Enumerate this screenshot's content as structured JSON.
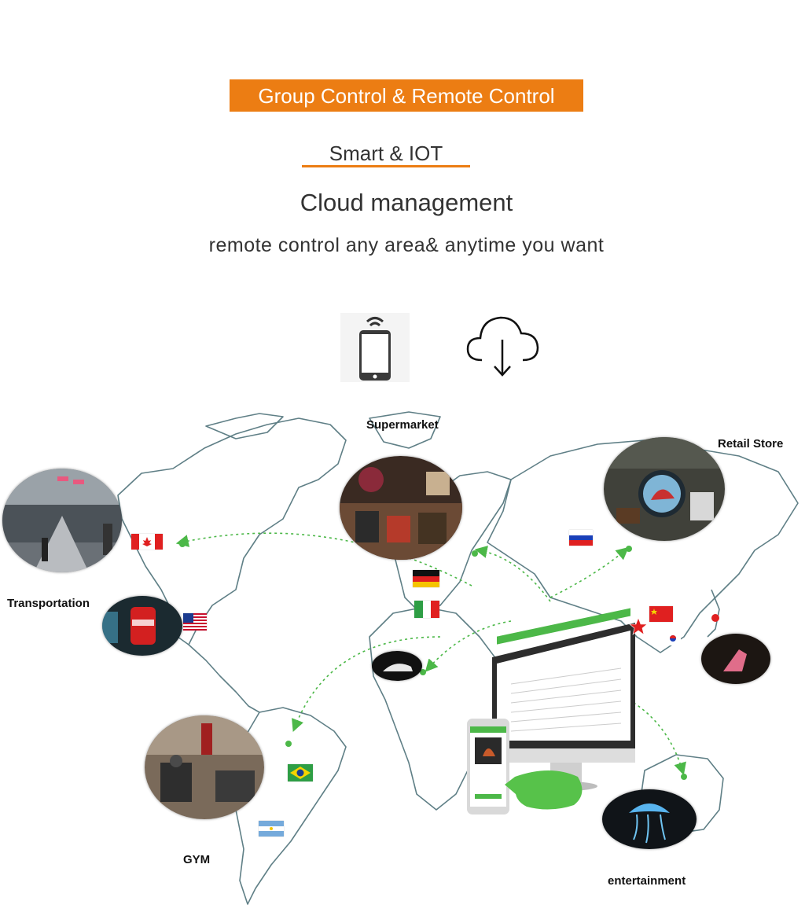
{
  "header": {
    "banner": "Group Control & Remote Control",
    "subtitle": "Smart & IOT",
    "headline": "Cloud management",
    "tagline": "remote control any area& anytime you want"
  },
  "icons": {
    "phone": "smartphone-wifi-icon",
    "cloud": "cloud-download-icon"
  },
  "locations": {
    "supermarket": "Supermarket",
    "retail_store": "Retail Store",
    "transportation": "Transportation",
    "gym": "GYM",
    "entertainment": "entertainment"
  },
  "colors": {
    "accent": "#ec7d13",
    "arrow_green": "#4cb848",
    "map_outline": "#5f7f86"
  }
}
